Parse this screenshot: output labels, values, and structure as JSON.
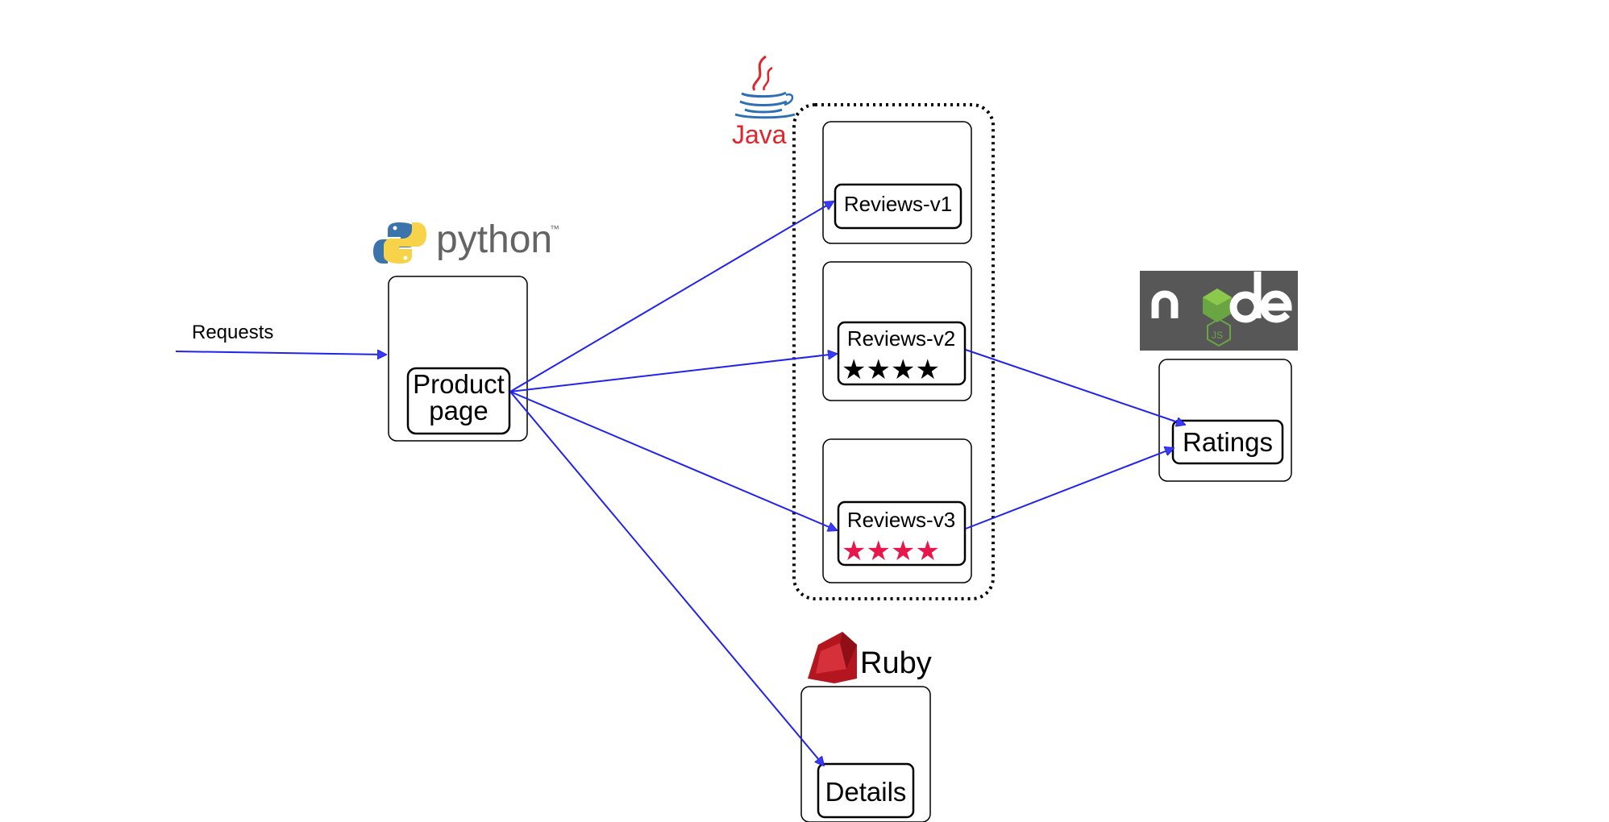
{
  "requests_label": "Requests",
  "languages": {
    "python": "python",
    "python_tm": "™",
    "java": "Java",
    "ruby": "Ruby",
    "node": "node",
    "node_js": "JS"
  },
  "services": {
    "productpage": {
      "line1": "Product",
      "line2": "page"
    },
    "reviews_v1": "Reviews-v1",
    "reviews_v2": {
      "label": "Reviews-v2",
      "stars": "★★★★",
      "star_color": "#000000"
    },
    "reviews_v3": {
      "label": "Reviews-v3",
      "stars": "★★★★",
      "star_color": "#e8174b"
    },
    "ratings": "Ratings",
    "details": "Details"
  },
  "colors": {
    "arrow": "#2222ee",
    "java_red": "#e0242b",
    "java_blue": "#2d6fb5",
    "python_blue": "#3b74aa",
    "python_yellow": "#f7d34a",
    "python_text": "#646464",
    "ruby_red": "#b3161f",
    "node_bg": "#575757",
    "node_green": "#6aa544"
  }
}
